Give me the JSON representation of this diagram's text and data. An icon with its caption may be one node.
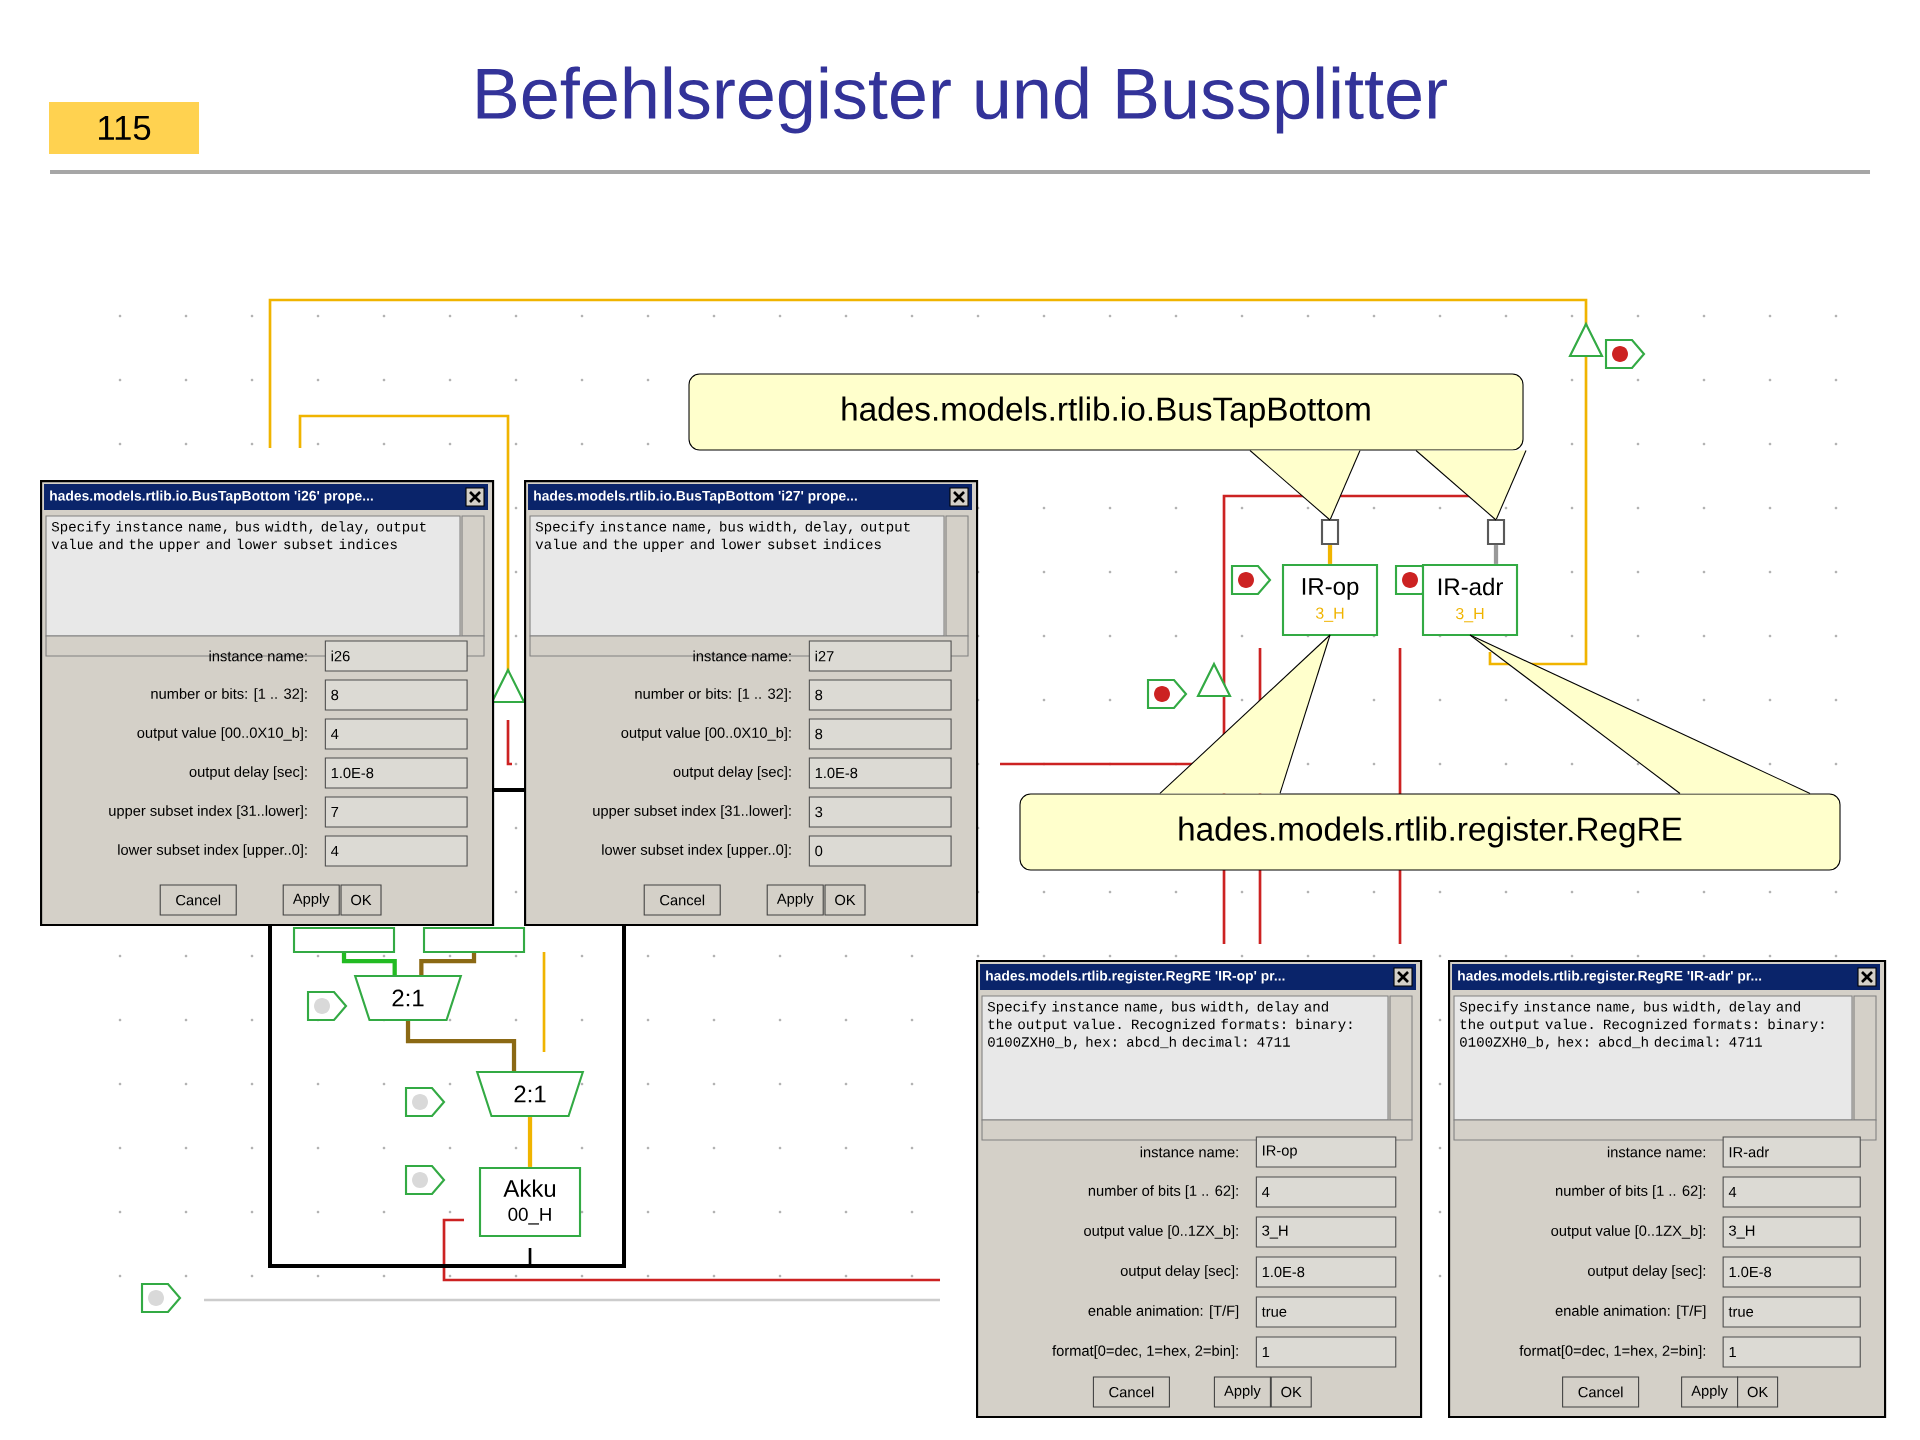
{
  "diagram": {
    "title": "Befehlsregister und Bussplitter",
    "nodes": [
      {
        "text": [
          "hades.models.rtlib.io.BusTapBottom"
        ]
      },
      {
        "text": [
          "hades.models.rtlib.io.BusTapBottom 'i26' prope...",
          "Specify instance name, bus width, delay, output value and the upper and lower subset indices",
          "instance name:",
          "i26",
          "number or bits: [1 .. 32]:",
          "8",
          "output value [00..0X10_b]:",
          "4",
          "output delay [sec]:",
          "1.0E-8",
          "upper subset index [31..lower]:",
          "7",
          "lower subset index [upper..0]:",
          "4",
          "Cancel",
          "Apply",
          "OK"
        ]
      },
      {
        "text": [
          "hades.models.rtlib.io.BusTapBottom 'i27' prope...",
          "Specify instance name, bus width, delay, output value and the upper and lower subset indices",
          "instance name:",
          "i27",
          "number or bits: [1 .. 32]:",
          "8",
          "output value [00..0X10_b]:",
          "8",
          "output delay [sec]:",
          "1.0E-8",
          "upper subset index [31..lower]:",
          "3",
          "lower subset index [upper..0]:",
          "0",
          "Cancel",
          "Apply",
          "OK"
        ]
      },
      {
        "text": [],
        "shape": "box"
      },
      {
        "text": [],
        "shape": "box"
      },
      {
        "text": [
          "IR-op",
          "3_H"
        ]
      },
      {
        "text": [
          "IR-adr",
          "3_H"
        ]
      },
      {
        "text": [
          "hades.models.rtlib.register.RegRE"
        ]
      },
      {
        "text": [
          "hades.models.rtlib.register.RegRE 'IR-op' pr...",
          "Specify instance name, bus width, delay and the output value. Recognized formats: binary: 0100ZXH0_b, hex: abcd_h decimal: 4711",
          "instance name:",
          "IR-op",
          "number of bits [1 .. 62]:",
          "4",
          "output value [0..1ZX_b]:",
          "3_H",
          "output delay [sec]:",
          "1.0E-8",
          "enable animation: [T/F]",
          "true",
          "format[0=dec, 1=hex, 2=bin]:",
          "1",
          "Cancel",
          "Apply",
          "OK"
        ]
      },
      {
        "text": [
          "hades.models.rtlib.register.RegRE 'IR-adr' pr...",
          "Specify instance name, bus width, delay and the output value. Recognized formats: binary: 0100ZXH0_b, hex: abcd_h decimal: 4711",
          "instance name:",
          "IR-adr",
          "number of bits [1 .. 62]:",
          "4",
          "output value [0..1ZX_b]:",
          "3_H",
          "output delay [sec]:",
          "1.0E-8",
          "enable animation: [T/F]",
          "true",
          "format[0=dec, 1=hex, 2=bin]:",
          "1",
          "Cancel",
          "Apply",
          "OK"
        ]
      },
      {
        "text": [
          "2:1"
        ]
      },
      {
        "text": [
          "2:1"
        ]
      },
      {
        "text": [
          "Akku",
          "00_H"
        ]
      },
      {
        "text": [],
        "shape": "box"
      },
      {
        "text": [],
        "shape": "box"
      }
    ],
    "edges": [
      {
        "from": 0,
        "to": 3,
        "arrow": "none"
      },
      {
        "from": 0,
        "to": 4,
        "arrow": "none"
      },
      {
        "from": 7,
        "to": 5,
        "arrow": "none"
      },
      {
        "from": 7,
        "to": 6,
        "arrow": "none"
      },
      {
        "from": 3,
        "to": 5,
        "arrow": "none",
        "color": "#f0b400"
      },
      {
        "from": 4,
        "to": 6,
        "arrow": "none",
        "color": "#999999"
      },
      {
        "from": 10,
        "to": 11,
        "arrow": "none",
        "color": "#8b6914"
      },
      {
        "from": 11,
        "to": 12,
        "arrow": "none",
        "color": "#f0b400"
      },
      {
        "from": 13,
        "to": 10,
        "arrow": "none",
        "color": "#22bb22"
      },
      {
        "from": 14,
        "to": 10,
        "arrow": "none",
        "color": "#8b6914"
      }
    ],
    "labels": [
      "115"
    ]
  }
}
